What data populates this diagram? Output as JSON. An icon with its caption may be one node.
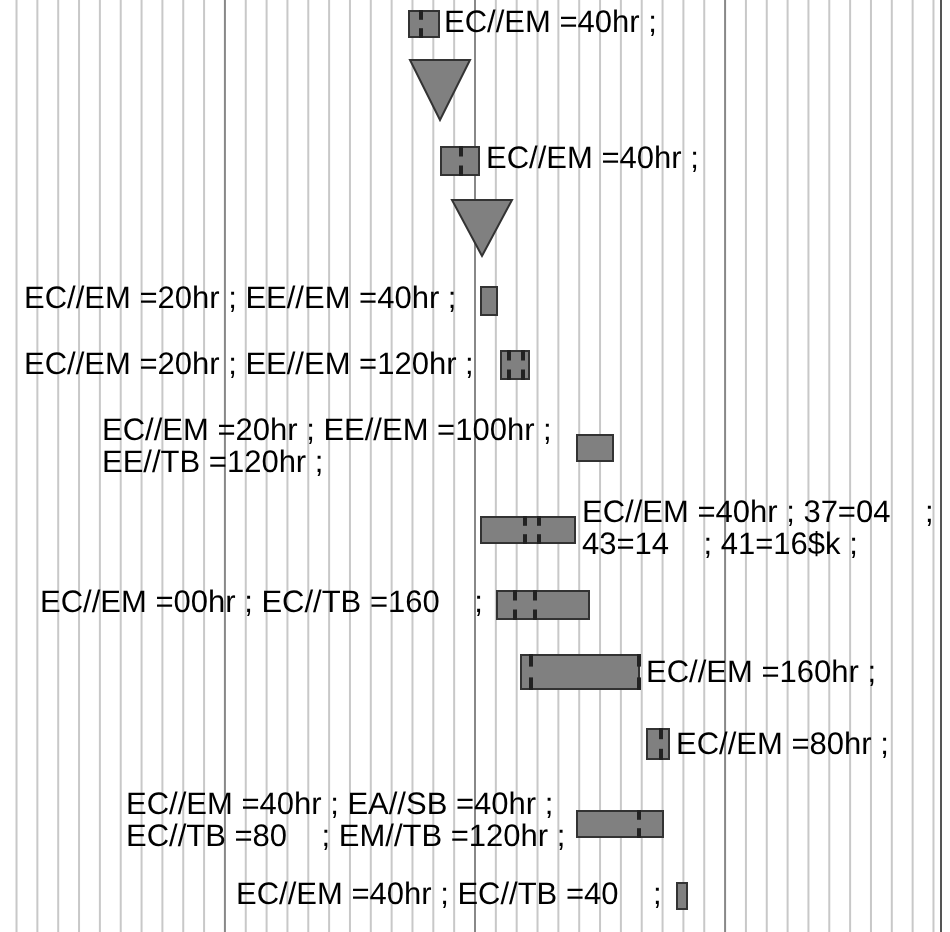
{
  "diagram": {
    "nodes": [
      {
        "text": [],
        "shape": "bar",
        "beside": [
          "EC//EM =40hr ;"
        ]
      },
      {
        "text": [],
        "shape": "triangle"
      },
      {
        "text": [],
        "shape": "bar",
        "beside": [
          "EC//EM =40hr ;"
        ]
      },
      {
        "text": [],
        "shape": "triangle"
      },
      {
        "text": [],
        "shape": "bar",
        "beside": [
          "EC//EM =20hr ; EE//EM =40hr ;"
        ]
      },
      {
        "text": [],
        "shape": "bar",
        "beside": [
          "EC//EM =20hr ; EE//EM =120hr ;"
        ]
      },
      {
        "text": [],
        "shape": "bar",
        "beside": [
          "EC//EM =20hr ; EE//EM =100hr ; EE//TB =120hr ;"
        ]
      },
      {
        "text": [],
        "shape": "bar",
        "beside": [
          "EC//EM =40hr ; 37=04    ; 43=14    ; 41=16$k ;"
        ]
      },
      {
        "text": [],
        "shape": "bar",
        "beside": [
          "EC//EM =00hr ; EC//TB =160    ;"
        ]
      },
      {
        "text": [],
        "shape": "bar",
        "beside": [
          "EC//EM =160hr ;"
        ]
      },
      {
        "text": [],
        "shape": "bar",
        "beside": [
          "EC//EM =80hr ;"
        ]
      },
      {
        "text": [],
        "shape": "bar",
        "beside": [
          "EC//EM =40hr ; EA//SB =40hr ; EC//TB =80    ; EM//TB =120hr ;"
        ]
      },
      {
        "text": [],
        "shape": "bar",
        "beside": [
          "EC//EM =40hr ; EC//TB =40    ;"
        ]
      }
    ]
  }
}
